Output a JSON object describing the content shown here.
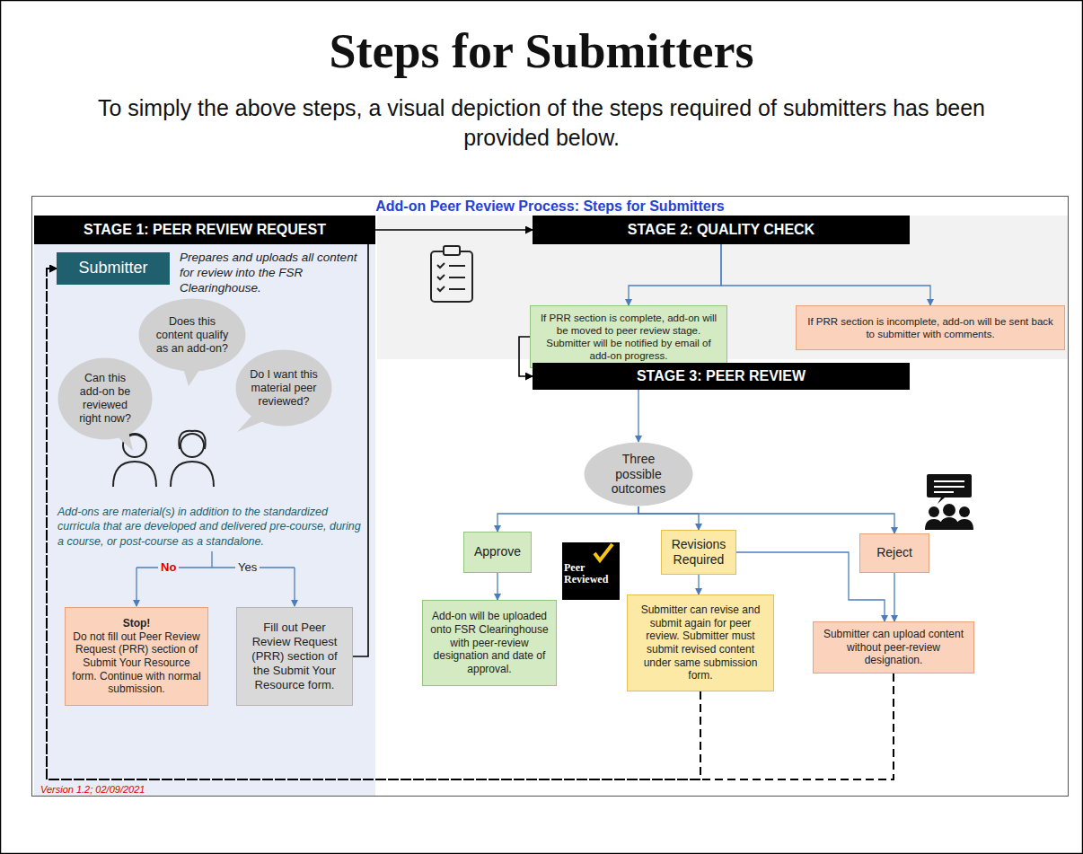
{
  "diagram": {
    "title": "Steps for Submitters",
    "caption": "To simply the above steps, a visual depiction of the steps required of submitters has been provided below.",
    "nodes": [
      {
        "text": [
          "STAGE 1: PEER REVIEW REQUEST"
        ]
      },
      {
        "text": [
          "Submitter"
        ],
        "in": 0
      },
      {
        "text": [
          "Can this add-on be reviewed right now?"
        ],
        "in": 0
      },
      {
        "text": [
          "Does this content qualify as an add-on?"
        ],
        "in": 0
      },
      {
        "text": [
          "Do I want this material peer reviewed?"
        ],
        "in": 0
      },
      {
        "text": [
          "Stop!",
          "Do not fill out Peer Review Request (PRR) section of Submit Your Resource form. Continue with normal submission."
        ],
        "in": 0
      },
      {
        "text": [
          "Fill out Peer Review Request (PRR) section of the Submit Your Resource form."
        ],
        "in": 0
      },
      {
        "text": [
          "STAGE 2: QUALITY CHECK"
        ]
      },
      {
        "text": [
          "If PRR section is complete, add-on will be moved to peer review stage. Submitter will be notified by email of add-on progress."
        ],
        "in": 7
      },
      {
        "text": [
          "If PRR section is incomplete, add-on will be sent back to submitter with comments."
        ],
        "in": 7
      },
      {
        "text": [
          "STAGE 3: PEER REVIEW"
        ]
      },
      {
        "text": [
          "Three possible outcomes"
        ]
      },
      {
        "text": [
          "Approve"
        ]
      },
      {
        "text": [
          "Revisions Required"
        ]
      },
      {
        "text": [
          "Reject"
        ]
      },
      {
        "text": [
          "Add-on will be uploaded onto FSR Clearinghouse with peer-review designation and date of approval."
        ]
      },
      {
        "text": [
          "Submitter can revise and submit again for peer review. Submitter must submit revised content under same submission form."
        ]
      },
      {
        "text": [
          "Submitter can upload content without peer-review designation."
        ]
      }
    ],
    "edges": [
      {
        "from": 6,
        "to": 7,
        "arrow": "to"
      },
      {
        "from": 7,
        "to": 8,
        "arrow": "to"
      },
      {
        "from": 7,
        "to": 9,
        "arrow": "to"
      },
      {
        "from": 8,
        "to": 10,
        "arrow": "to"
      },
      {
        "from": 10,
        "to": 11,
        "arrow": "to"
      },
      {
        "from": 11,
        "to": 12,
        "arrow": "to"
      },
      {
        "from": 11,
        "to": 13,
        "arrow": "to"
      },
      {
        "from": 11,
        "to": 14,
        "arrow": "to"
      },
      {
        "from": 12,
        "to": 15,
        "arrow": "to"
      },
      {
        "from": 13,
        "to": 16,
        "arrow": "to"
      },
      {
        "from": 13,
        "to": 17,
        "arrow": "to"
      },
      {
        "from": 14,
        "to": 17,
        "arrow": "to"
      },
      {
        "from": 16,
        "to": 1,
        "arrow": "to"
      },
      {
        "from": 17,
        "to": 1,
        "arrow": "to"
      }
    ],
    "labels": [
      "Add-on Peer Review Process: Steps for Submitters",
      "Prepares and uploads all content for review into the FSR Clearinghouse.",
      "Add-ons are material(s) in addition to the standardized curricula that are developed and delivered pre-course, during a course, or post-course as a standalone.",
      "No",
      "Yes",
      "Peer Reviewed",
      "Version 1.2; 02/09/2021"
    ]
  }
}
